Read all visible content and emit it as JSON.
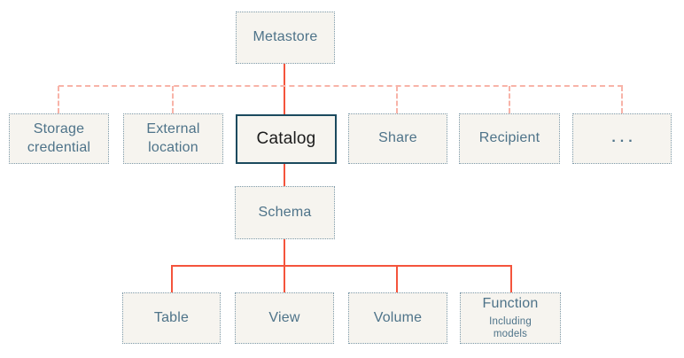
{
  "diagram": {
    "title_hint": "Unity Catalog object model hierarchy",
    "metastore": {
      "label": "Metastore"
    },
    "level2": [
      {
        "label": "Storage credential"
      },
      {
        "label": "External location"
      },
      {
        "label": "Catalog",
        "highlighted": true
      },
      {
        "label": "Share"
      },
      {
        "label": "Recipient"
      },
      {
        "label": "..."
      }
    ],
    "schema": {
      "label": "Schema"
    },
    "level4": [
      {
        "label": "Table"
      },
      {
        "label": "View"
      },
      {
        "label": "Volume"
      },
      {
        "label": "Function",
        "sublabel": "Including models"
      }
    ],
    "colors": {
      "box_fill": "#f6f4ef",
      "box_dotted_border": "#7d9aaa",
      "label_text": "#4e7389",
      "highlight_border": "#1b4a5e",
      "highlight_text": "#1c1c1c",
      "solid_connector": "#f4543c",
      "dashed_connector": "#f8b3a8",
      "background": "#ffffff"
    }
  }
}
